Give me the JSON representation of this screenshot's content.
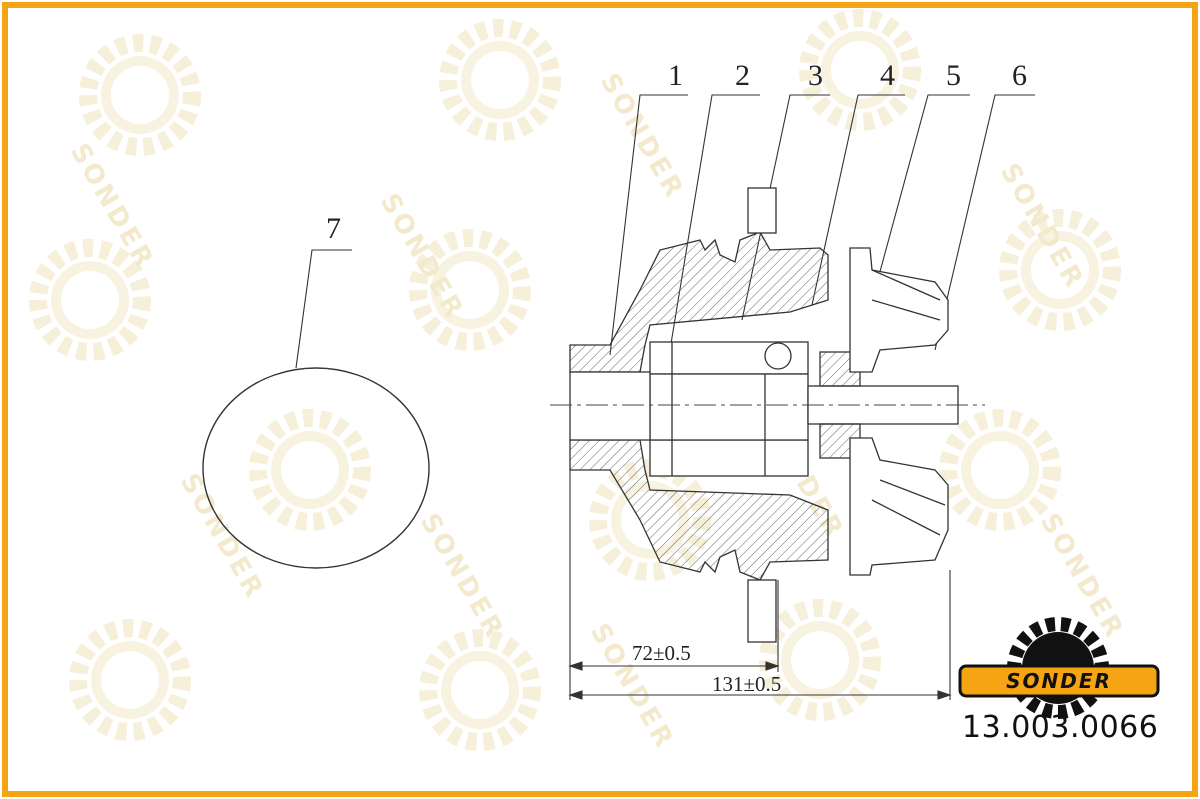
{
  "drawing": {
    "part_labels": [
      "1",
      "2",
      "3",
      "4",
      "5",
      "6",
      "7"
    ],
    "dimensions": {
      "inner": "72±0.5",
      "overall": "131±0.5"
    }
  },
  "brand": {
    "name": "SONDER",
    "watermark": "SONDER"
  },
  "part_number": "13.003.0066",
  "colors": {
    "frame": "#f5a414",
    "watermark": "#f3ead0",
    "logo_gear": "#111111",
    "logo_plate": "#f5a414",
    "line": "#333333",
    "hatch": "#555555"
  }
}
